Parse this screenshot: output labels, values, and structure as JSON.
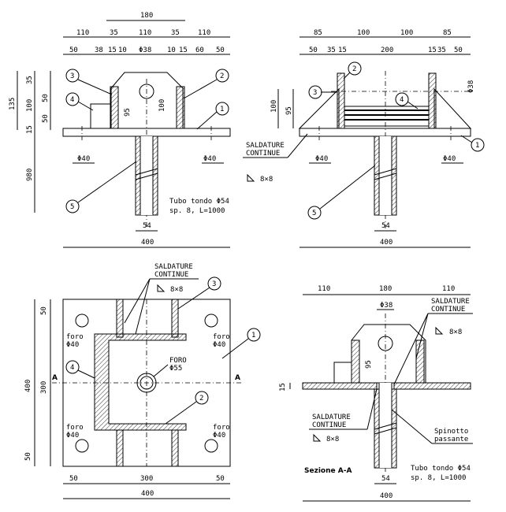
{
  "markers": [
    "1",
    "2",
    "3",
    "4",
    "5"
  ],
  "front": {
    "top_dims": [
      "180"
    ],
    "mid_dims": [
      "110",
      "35",
      "110",
      "35",
      "110"
    ],
    "low_dims": [
      "50",
      "38",
      "15",
      "10",
      "Φ38",
      "10",
      "15",
      "60",
      "50"
    ],
    "left_dims": [
      "135",
      "35",
      "100",
      "50",
      "50",
      "15",
      "980"
    ],
    "inner_95": "95",
    "inner_100": "100",
    "holes": [
      "Φ40",
      "Φ40"
    ],
    "tube_dim": "54",
    "tube_note": [
      "Tubo tondo Φ54",
      "sp. 8, L=1000"
    ],
    "width": "400"
  },
  "side": {
    "mid_dims": [
      "85",
      "100",
      "100",
      "85"
    ],
    "low_dims": [
      "50",
      "35",
      "15",
      "200",
      "15",
      "35",
      "50"
    ],
    "left_dims": [
      "100",
      "95"
    ],
    "right_dim": "Φ38",
    "weld": [
      "SALDATURE",
      "CONTINUE",
      "8×8"
    ],
    "holes": [
      "Φ40",
      "Φ40"
    ],
    "tube_dim": "54",
    "width": "400"
  },
  "plan": {
    "weld": [
      "SALDATURE",
      "CONTINUE",
      "8×8"
    ],
    "holes": [
      "foro",
      "Φ40",
      "foro",
      "Φ40",
      "foro",
      "Φ40",
      "foro",
      "Φ40"
    ],
    "center_hole": [
      "FORO",
      "Φ55"
    ],
    "section_mark": "A",
    "left_dims": [
      "50",
      "300",
      "400",
      "50"
    ],
    "bottom_dims": [
      "50",
      "300",
      "50"
    ],
    "width": "400"
  },
  "section": {
    "top_dims": [
      "110",
      "180",
      "110"
    ],
    "hole_dim": "Φ38",
    "inner_95": "95",
    "weld_top": [
      "SALDATURE",
      "CONTINUE",
      "8×8"
    ],
    "weld_bottom": [
      "SALDATURE",
      "CONTINUE",
      "8×8"
    ],
    "dim_15": "15",
    "pin_label": [
      "Spinotto",
      "passante"
    ],
    "title": "Sezione A-A",
    "tube_note": [
      "Tubo tondo Φ54",
      "sp. 8, L=1000"
    ],
    "tube_dim": "54",
    "width": "400"
  }
}
